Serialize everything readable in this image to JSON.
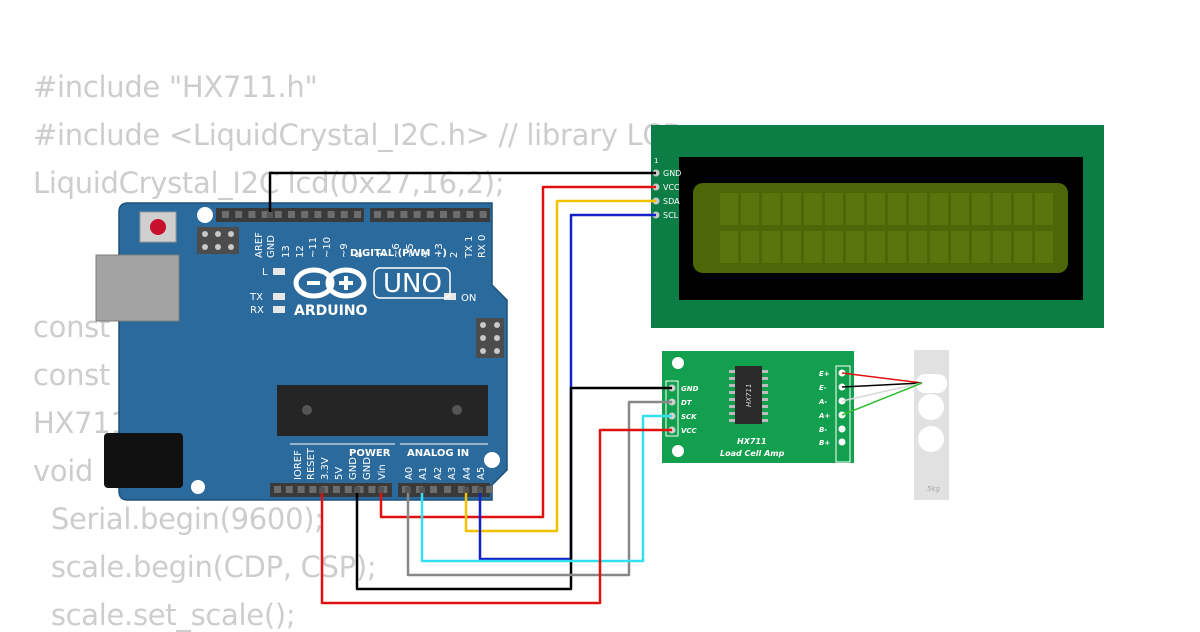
{
  "code_lines": [
    "#include \"HX711.h\"",
    "#include <LiquidCrystal_I2C.h> // library LCD",
    "LiquidCrystal_I2C lcd(0x27,16,2);",
    "",
    "const",
    "const",
    "HX711",
    "void",
    "  Serial.begin(9600);",
    "  scale.begin(CDP, CSP);",
    "  scale.set_scale();"
  ],
  "arduino": {
    "brand": "ARDUINO",
    "model": "UNO",
    "digital_header": "DIGITAL (PWM ~)",
    "power_header": "POWER",
    "analog_header": "ANALOG IN",
    "led_l": "L",
    "led_tx": "TX",
    "led_rx": "RX",
    "led_on": "ON",
    "digital_pins": [
      "AREF",
      "GND",
      "13",
      "12",
      "~11",
      "~10",
      "~9",
      "8",
      "7",
      "~6",
      "~5",
      "4",
      "~3",
      "2",
      "TX 1",
      "RX 0"
    ],
    "power_pins": [
      "IOREF",
      "RESET",
      "3.3V",
      "5V",
      "GND",
      "GND",
      "Vin"
    ],
    "analog_pins": [
      "A0",
      "A1",
      "A2",
      "A3",
      "A4",
      "A5"
    ]
  },
  "lcd": {
    "pin_index": "1",
    "pins": [
      "GND",
      "VCC",
      "SDA",
      "SCL"
    ]
  },
  "hx711": {
    "chip_label": "HX711",
    "title": "HX711",
    "subtitle": "Load Cell Amp",
    "left_pins": [
      "GND",
      "DT",
      "SCK",
      "VCC"
    ],
    "right_pins": [
      "E+",
      "E-",
      "A-",
      "A+",
      "B-",
      "B+"
    ]
  },
  "load_cell": {
    "label": "5kg"
  },
  "colors": {
    "arduino_board": "#2b6a9c",
    "lcd_pcb": "#0b7d45",
    "lcd_screen": "#4d6608",
    "hx711_pcb": "#13a04e",
    "wire_black": "#000000",
    "wire_red": "#e01010",
    "wire_yellow": "#f2c200",
    "wire_blue": "#1420c8",
    "wire_gray": "#888888",
    "wire_cyan": "#32e0f0",
    "wire_green": "#2fbf2f"
  }
}
